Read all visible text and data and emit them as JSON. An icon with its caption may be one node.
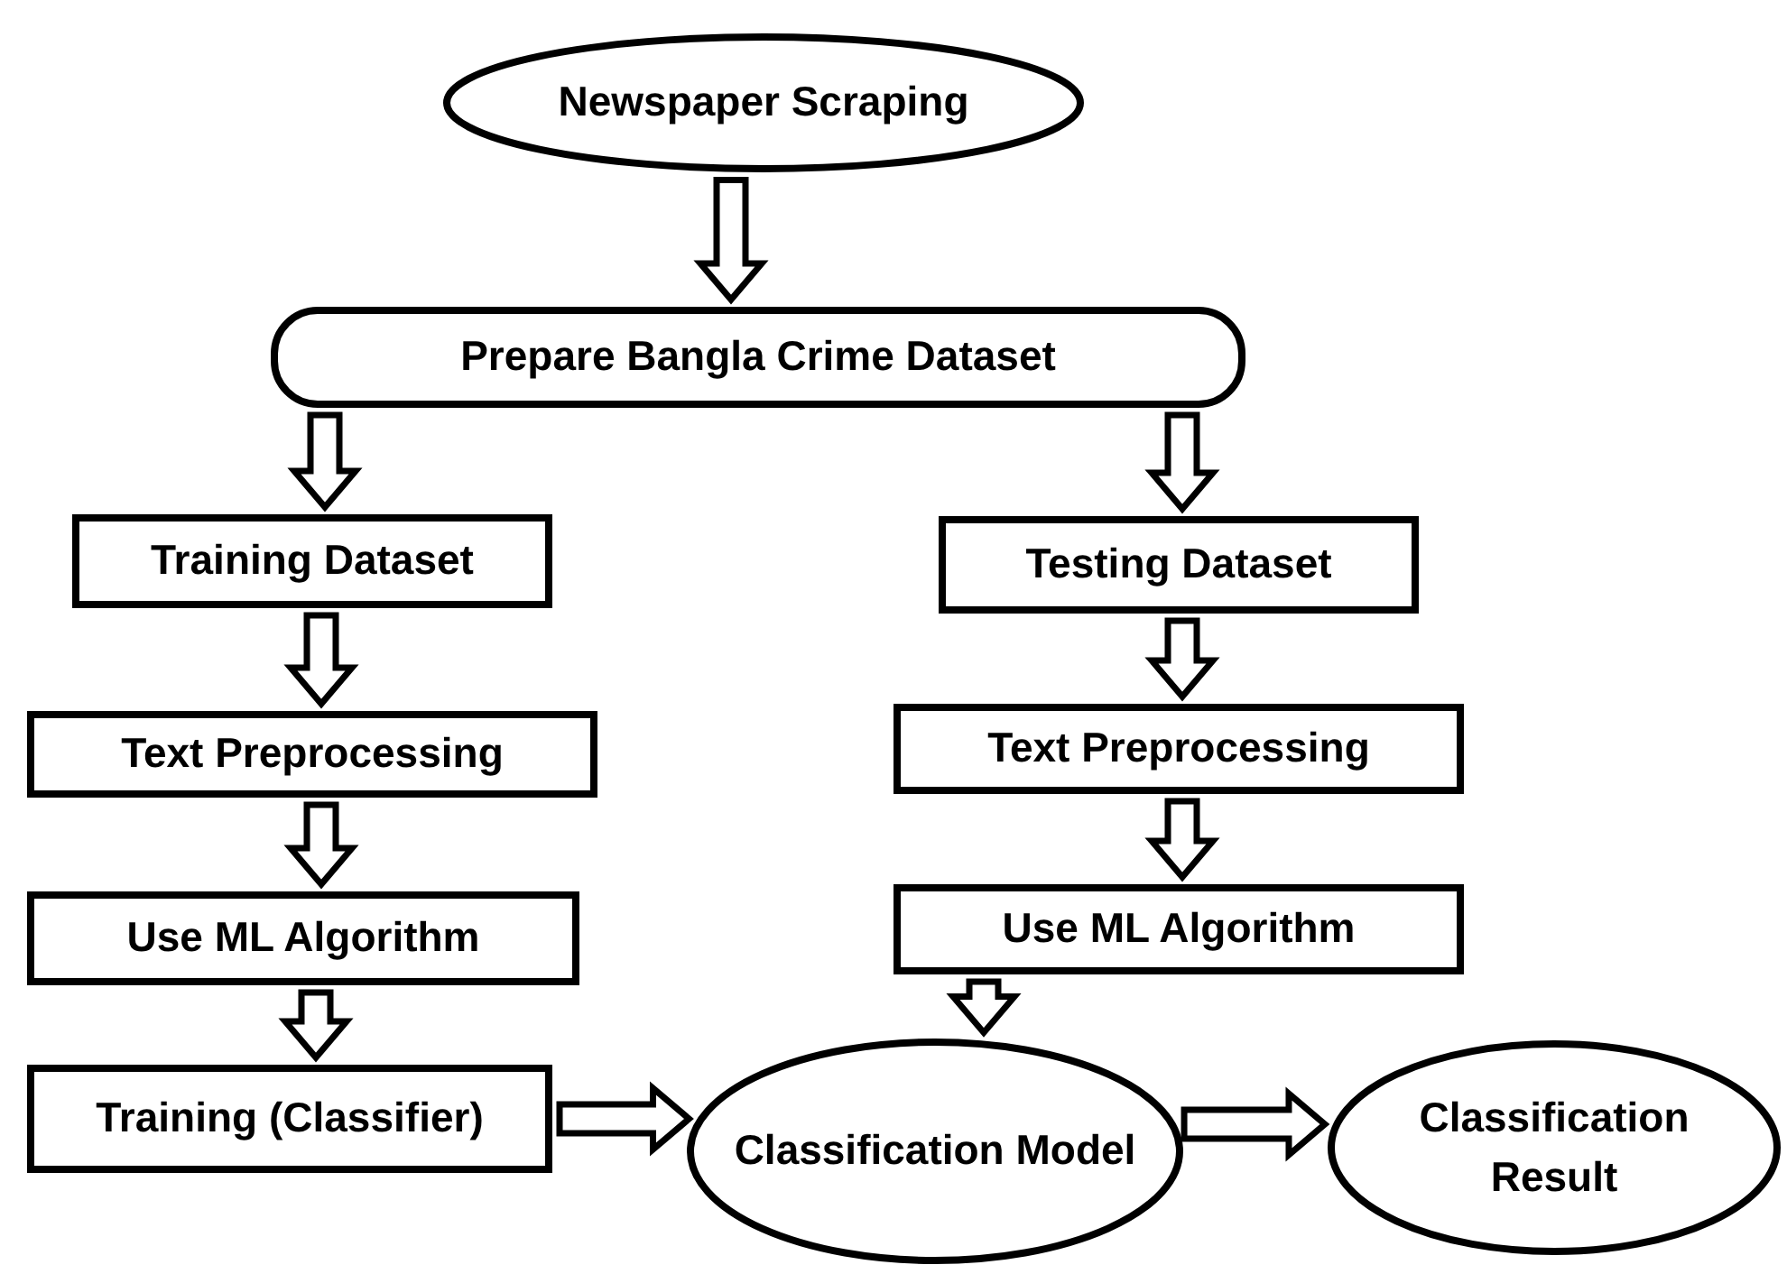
{
  "diagram": {
    "nodes": [
      {
        "text": [
          "Newspaper Scraping"
        ]
      },
      {
        "text": [
          "Prepare Bangla Crime Dataset"
        ]
      },
      {
        "text": [
          "Training Dataset"
        ]
      },
      {
        "text": [
          "Testing Dataset"
        ]
      },
      {
        "text": [
          "Text Preprocessing"
        ]
      },
      {
        "text": [
          "Text Preprocessing"
        ]
      },
      {
        "text": [
          "Use ML Algorithm"
        ]
      },
      {
        "text": [
          "Use ML Algorithm"
        ]
      },
      {
        "text": [
          "Training (Classifier)"
        ]
      },
      {
        "text": [
          "Classification Model"
        ]
      },
      {
        "text": [
          "Classification Result"
        ]
      }
    ],
    "edges": [
      {
        "from": 0,
        "to": 1,
        "arrow": "to"
      },
      {
        "from": 1,
        "to": 2,
        "arrow": "to"
      },
      {
        "from": 1,
        "to": 3,
        "arrow": "to"
      },
      {
        "from": 2,
        "to": 4,
        "arrow": "to"
      },
      {
        "from": 3,
        "to": 5,
        "arrow": "to"
      },
      {
        "from": 4,
        "to": 6,
        "arrow": "to"
      },
      {
        "from": 5,
        "to": 7,
        "arrow": "to"
      },
      {
        "from": 6,
        "to": 8,
        "arrow": "to"
      },
      {
        "from": 7,
        "to": 9,
        "arrow": "to"
      },
      {
        "from": 8,
        "to": 9,
        "arrow": "to"
      },
      {
        "from": 9,
        "to": 10,
        "arrow": "to"
      }
    ]
  }
}
